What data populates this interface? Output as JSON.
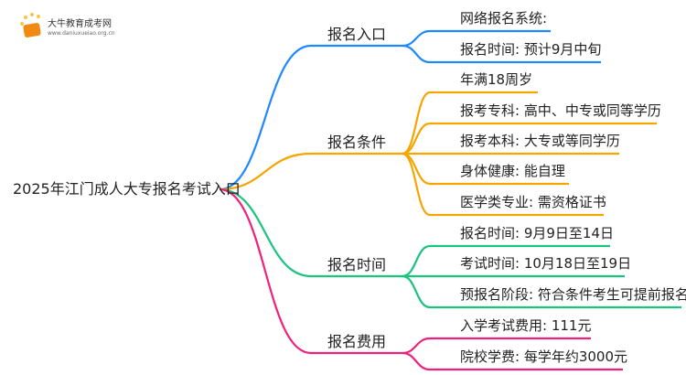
{
  "logo": {
    "name": "大牛教育成考网",
    "url": "www.daniuxueiao.org.cn"
  },
  "root": "2025年江门成人大专报名考试入口",
  "colors": {
    "entry": "#1e88ff",
    "conditions": "#f5a500",
    "time": "#1bc47d",
    "fee": "#f0217a"
  },
  "branches": [
    {
      "label": "报名入口",
      "leaves": [
        "网络报名系统:",
        "报名时间: 预计9月中旬"
      ]
    },
    {
      "label": "报名条件",
      "leaves": [
        "年满18周岁",
        "报考专科: 高中、中专或同等学历",
        "报考本科: 大专或等同学历",
        "身体健康: 能自理",
        "医学类专业: 需资格证书"
      ]
    },
    {
      "label": "报名时间",
      "leaves": [
        "报名时间: 9月9日至14日",
        "考试时间: 10月18日至19日",
        "预报名阶段: 符合条件考生可提前报名"
      ]
    },
    {
      "label": "报名费用",
      "leaves": [
        "入学考试费用: 111元",
        "院校学费: 每学年约3000元"
      ]
    }
  ]
}
